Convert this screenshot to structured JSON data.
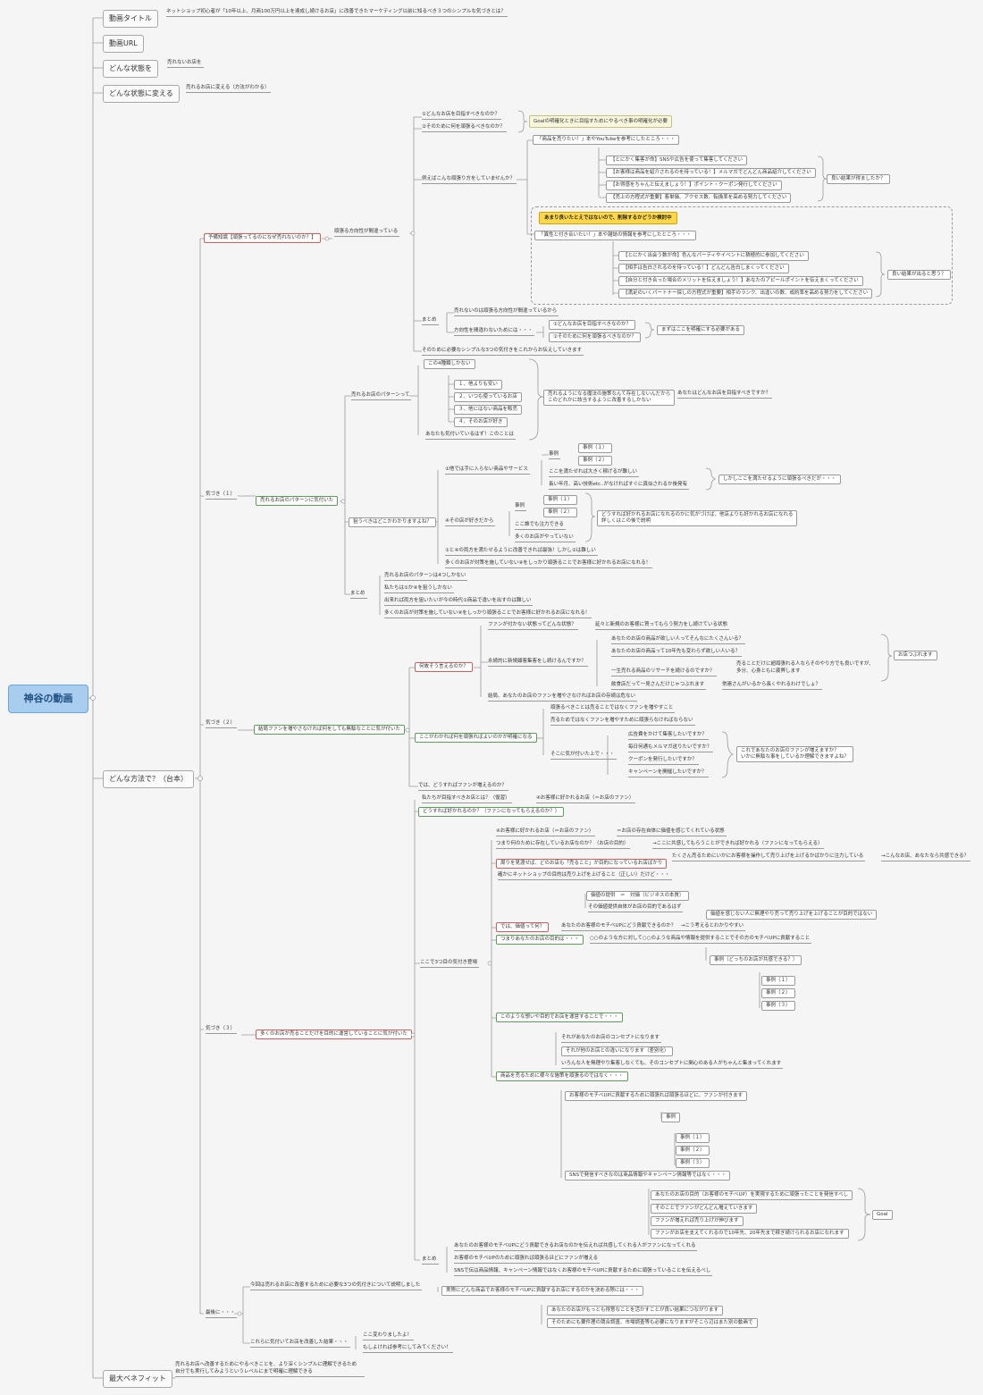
{
  "root": "神谷の動画",
  "colors": {
    "root_bg": "#a9cdef",
    "red_border": "#d95a5a",
    "green_border": "#5a9e5a",
    "highlight": "#ffd84a",
    "note": "#f8f6dc"
  },
  "top": {
    "title_label": "動画タイトル",
    "title_value": "ネットショップ初心者が「10年以上、月商100万円以上を達成し続けるお店」に改善できたマーケティング以前に知るべき３つのシンプルな気づきとは？",
    "url_label": "動画URL",
    "state_label": "どんな状態を",
    "state_value": "売れないお店を",
    "change_label": "どんな状態に変える",
    "change_value": "売れるお店に変える（方法がわかる）",
    "method_label": "どんな方法で？（台本）",
    "benefit_label": "最大ベネフィット",
    "benefit_value": "売れるお店へ改善するためにやるべきことを、より深くシンプルに理解できるため\n自分でも実行してみようというレベルにまで明確に理解できる"
  },
  "s1": {
    "pre": "予備知識【頑張ってるのになぜ売れないのか？】",
    "direction": "頑張る方向性が間違っている",
    "q1": "①どんなお店を目指すべきなのか？",
    "q2": "②そのために何を頑張るべきなのか？",
    "goal_note": "Goalの明確化ときに目指すためにやるべき事の明確化が必要",
    "ex_q": "例えばこんな頑張り方をしていませんか？",
    "sell_ref": "「商品を売りたい！」本やYouTubeを参考にしたところ・・・",
    "sell_items": [
      "【とにかく集客が命】SNSや広告を使って集客してください",
      "【お客様は商品を紹介されるのを待っている！】メルマガでどんどん商品紹介してください",
      "【お得感をちゃんと伝えましょう！】ポイント・クーポン発行してください",
      "【売上の方程式が重要】客単価、アクセス数、転換率を高める努力してください"
    ],
    "good1": "良い結果が得ましたか？",
    "hl": "あまり良いたとえではないので、削除するかどうか検討中",
    "love_ref": "「異性と付き合いたい！」本や雑誌の情報を参考にしたところ・・・",
    "love_items": [
      "【とにかく出会う数が命】色んなパーティやイベントに積極的に参加してください",
      "【相手は告白されるのを待っている！】どんどん告白しまくってください",
      "【自分と付き合った場合のメリットを伝えましょう！】あなたのアピールポイントを伝えまくってください",
      "【満足のいくパートナー探しの方程式が重要】相手のランク、出逢いの数、成約率を高める努力をしてください"
    ],
    "good2": "良い結果が出ると思う？",
    "summary": "まとめ",
    "sum1": "売れないのは頑張る方向性が間違っているから",
    "sum2": "方向性を間違わないためには・・・",
    "sum_q1": "①どんなお店を目指すべきなのか？",
    "sum_q2": "②そのために何を頑張るべきなのか？",
    "sum_note": "まずはここを明確にする必要がある",
    "sum3": "そのために必要なシンプルな3つの気付きをこれからお伝えしていきます"
  },
  "k1": {
    "label": "気づき（１）",
    "main": "売れるお店のパターンに気付いた",
    "pattern": "売れるお店のパターンって",
    "four": "この4種類しかない",
    "items": [
      "１、他よりも安い",
      "２、いつも使っているお店",
      "３、他にはない商品を販売",
      "４、そのお店が好き"
    ],
    "notice": "あなたも気付いているはず！このことは",
    "mid": "売れるようになる魔法の施策なんて存在しないんだから\nこのどれかに該当するように改善するしかない",
    "which": "あなたはどんなお店を目指すべきですか？",
    "target_q": "狙うべきはどこかわかりますよね？",
    "t1": "①他では手に入らない商品やサービス",
    "t1_ex": "事例",
    "t1_ex1": "事例（１）",
    "t1_ex2": "事例（２）",
    "t1_a": "ここを満たせれば大きく稼げるが難しい",
    "t1_b": "長い年月、高い技術etc..がなければすぐに真似されるか後発有",
    "t1_note": "しかしここを満たせるように頑張るべきだが・・・",
    "t4": "④その店が好きだから",
    "t4_ex": "事例",
    "t4_ex1": "事例（１）",
    "t4_ex2": "事例（２）",
    "t4_a": "ここ誰でも注力できる",
    "t4_b": "多くのお店がやっていない",
    "t4_note": "どうすれば好かれるお店になれるのかに気がづけば、他店よりも好かれるお店になれる\n詳しくはこの後で説明",
    "t_both": "①と④の両方を満たせるように改善できれば最強！しかし①は難しい",
    "t_many": "多くのお店が対策を施していない④をしっかり頑張ることでお客様に好かれるお店になれる！",
    "summary": "まとめ",
    "sum": [
      "売れるお店のパターンは4つしかない",
      "私たちは①か④を狙うしかない",
      "出来れば両方を狙いたいが今の時代①商品で違いを出すのは難しい",
      "多くのお店が対策を施していない④をしっかり頑張ることでお客様に好かれるお店になれる！"
    ]
  },
  "k2": {
    "label": "気づき（２）",
    "main": "結局ファンを増やさなければ何をしても無駄なことに気が付いた",
    "why_q": "何故そう言えるのか？",
    "no_fan": "ファンが付かない状態ってどんな状態？",
    "no_fan_ans": "延々と新規のお客様に買ってもらう努力をし続けている状態",
    "continual": "永続的に新規顧客集客をし続けるんですか？",
    "cq1": "あなたのお店の商品が欲しい人ってそんなにたくさんいる？",
    "cq2": "あなたのお店の商品って10年先も変わらず欲しい人いる？",
    "cq3": "一生売れる商品のリサーチを続けるのですか？",
    "cq3_note": "売ることだけに超頑張れる人ならそのやり方でも良いですが、\n多分、心身ともに疲弊します",
    "cq4": "飲食店だって一見さんだけじゃつぶれます",
    "cq4_note": "常連さんがいるから長くやれるわけでしょ？",
    "tsubure": "お店つぶれます",
    "cq_end": "結局、あなたのお店のファンを増やさなければお店の存続は危ない",
    "clear": "ここがわかれば何を頑張ればよいのかが明確になる",
    "c1": "頑張るべきことは売ることではなくファンを増やすこと",
    "c2": "売るためではなくファンを増やすために頑張らなければならない",
    "c3": "そこに気が付いた上で・・・",
    "c3_items": [
      "広告費をかけて集客したいですか？",
      "毎日何通もメルマガ送りたいですか？",
      "クーポンを発行したいですか？",
      "キャンペーンを開催したいですか？"
    ],
    "c3_note": "これであなたのお店のファンが増えますか？\nいかに無駄な事をしているか理解できますよね？",
    "then": "では、どうすればファンが増えるのか？"
  },
  "k3": {
    "label": "気づき（３）",
    "main": "多くのお店が売ることだけを目的に運営していることに気が付いた",
    "goal_line": "私たちが目指すべきお店とは？（復習）",
    "goal_ans": "④お客様に好かれるお店（＝お店のファン）",
    "how_fav": "どうすれば好かれるのか？（ファンになってもらえるのか？）",
    "third": "ここで3つ目の気付き登場",
    "f1": "④お客様に好かれるお店（＝お店のファン）",
    "f1_ans": "＝お店の存在自体に価値を感じてくれている状態",
    "f2": "つまり何のために存在しているお店なのか？（お店の目的）",
    "f2_ans": "→ここに共感してもらうことができれば好かれる（ファンになってもらえる）",
    "look": "周りを見渡せば、どのお店も「売ること」が目的になっているお店ばかり",
    "look_note": "たくさん売るためにいかにお客様を操作して売り上げを上げるかばかりに注力している",
    "look_ans": "→こんなお店、あなたなら共感できる？",
    "net": "確かにネットショップの目的は売り上げを上げること（正しい）だけど・・・",
    "value": "価値の提供　＝　対価（ビジネスの本質）",
    "value2": "その価値提供自体がお店の目的であるはず",
    "value3": "価値を感じない人に無理やり売って売り上げを上げることが目的ではない",
    "then_value": "では、価値って何？",
    "then_value_ans": "あなたのお客様のモチベUPにどう貢献できるのか？　→こう考えるとわかりやすい",
    "purpose": "つまりあなたのお店の目的は・・・",
    "purpose_ans": "○○のような方に対して○○のような商品や情報を提供することでその方のモチベUPに貢献すること",
    "purpose_ex": "事例（どっちのお店が共感できる？）",
    "p_ex": [
      "事例（１）",
      "事例（２）",
      "事例（３）"
    ],
    "operate": "このような想いや目的でお店を運営することで・・・",
    "op_items": [
      "それがあなたのお店のコンセプトになります",
      "それが他のお店との違いになります（差別化）",
      "いろんな人を無理やり集客しなくても、そのコンセプトに関心のある人がちゃんと集まってくれます"
    ],
    "not_sell": "商品を売るために様々な施策を頑張るのではなく・・・",
    "ns1": "お客様のモチベUPに貢献するために頑張れば頑張るほどに、ファンが付きます",
    "ns_ex": "事例",
    "ns_exs": [
      "事例（１）",
      "事例（２）",
      "事例（３）"
    ],
    "sns": "SNSで発信すべきなのは商品情報やキャンペーン情報等ではなく・・・",
    "sns_items": [
      "あなたのお店の目的（お客様のモチベUP）を実現するために頑張ったことを発信すべし",
      "そのことでファンがどんどん増えていきます",
      "ファンが増えれば売り上げが伸びます",
      "ファンがお店を支えてくれるので10年先、20年先まで稼ぎ続けられるお店になれます"
    ],
    "goal": "Goal",
    "summary": "まとめ",
    "sum": [
      "あなたのお客様のモチベUPにどう貢献できるお店なのかを伝えれば共感してくれる人がファンになってくれる",
      "お客様のモチベUPのために頑張れば頑張るほどにファンが増える",
      "SNSで伝は商品情報、キャンペーン情報ではなくお客様のモチベUPに貢献するために頑張っていることを伝えるべし"
    ]
  },
  "last": {
    "label": "最後に・・・",
    "l1": "今回は売れるお店に改善するために必要な3つの気付きについて説明しました",
    "l1a": "実際にどんな商品でお客様のモチベUPに貢献するお店にするのかを決める際には・・・",
    "l1b": "あなたのお店がもっとも得意なことを活かすことが良い結果につながります",
    "l1c": "そのためにも要件理の競合調査、市場調査等も必要になりますがそこら辺はまた別の動画で",
    "l2": "これらに気付いてお店を改善した結果・・・",
    "l2a": "ここ変わりましたよ！",
    "l2b": "もしよければ参考にしてみてください！"
  }
}
